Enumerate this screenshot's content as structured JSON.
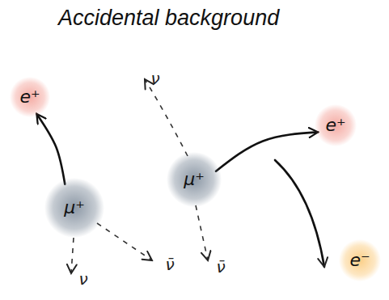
{
  "diagram": {
    "title": "Accidental background",
    "nodes": [
      {
        "text": [
          "e⁺"
        ]
      },
      {
        "text": [
          "e⁺"
        ]
      },
      {
        "text": [
          "μ⁺"
        ]
      },
      {
        "text": [
          "μ⁺"
        ]
      },
      {
        "text": [
          "e⁻"
        ]
      }
    ],
    "edges": [
      {
        "from": 3,
        "to": 0,
        "arrow": "to"
      },
      {
        "from": 2,
        "to": 1,
        "arrow": "to"
      }
    ],
    "labels": [
      "ν",
      "ν̄",
      "ν̄",
      "ν"
    ]
  }
}
